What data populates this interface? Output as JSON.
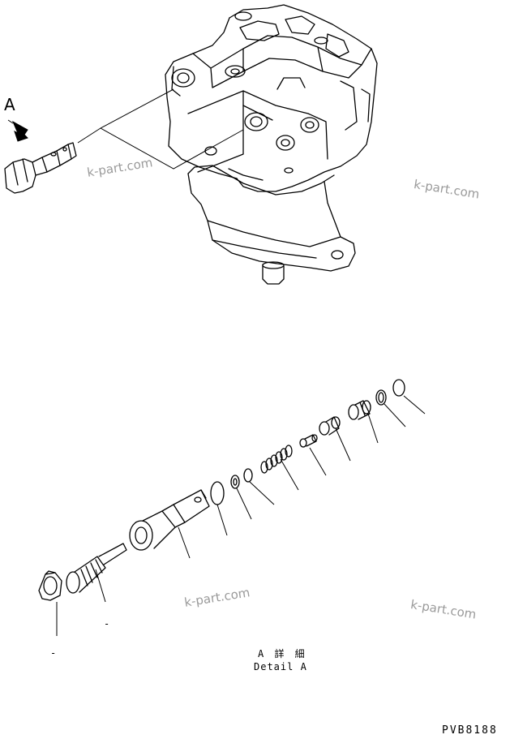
{
  "view_label": "A",
  "detail_caption_line1": "A 詳 細",
  "detail_caption_line2": "Detail A",
  "drawing_number": "PVB8188",
  "watermark": "k-part.com",
  "callout_markers": [
    "-",
    "-"
  ],
  "colors": {
    "line": "#000000",
    "watermark": "#9a9a9a",
    "background": "#ffffff"
  }
}
